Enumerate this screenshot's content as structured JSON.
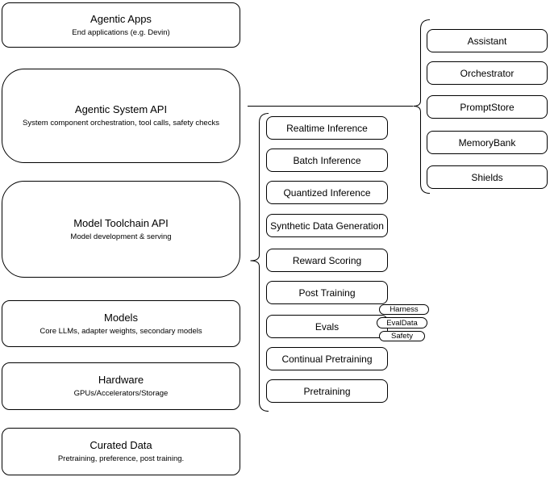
{
  "diagram": {
    "colors": {
      "stroke": "#000000",
      "fill": "#ffffff",
      "text": "#000000"
    },
    "left_stack": [
      {
        "title": "Agentic Apps",
        "subtitle": "End applications (e.g. Devin)"
      },
      {
        "title": "Agentic System API",
        "subtitle": "System component orchestration, tool calls, safety checks"
      },
      {
        "title": "Model Toolchain API",
        "subtitle": "Model development & serving"
      },
      {
        "title": "Models",
        "subtitle": "Core LLMs, adapter weights, secondary models"
      },
      {
        "title": "Hardware",
        "subtitle": "GPUs/Accelerators/Storage"
      },
      {
        "title": "Curated Data",
        "subtitle": "Pretraining, preference, post training."
      }
    ],
    "toolchain_items": [
      "Realtime Inference",
      "Batch Inference",
      "Quantized Inference",
      "Synthetic Data Generation",
      "Reward Scoring",
      "Post Training",
      "Evals",
      "Continual Pretraining",
      "Pretraining"
    ],
    "evals_tags": [
      "Harness",
      "EvalData",
      "Safety"
    ],
    "system_components": [
      "Assistant",
      "Orchestrator",
      "PromptStore",
      "MemoryBank",
      "Shields"
    ]
  }
}
